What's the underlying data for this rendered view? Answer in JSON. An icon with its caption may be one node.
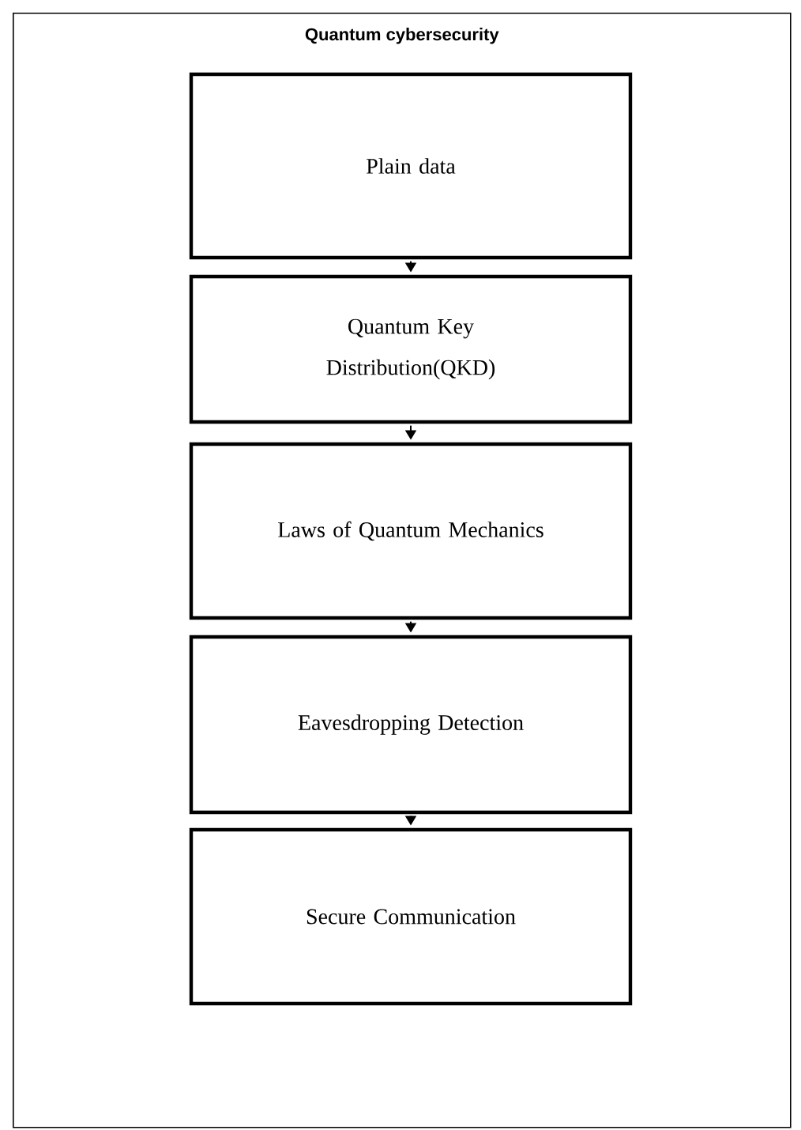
{
  "diagram": {
    "nodes": [
      {
        "text": [
          "Quantum cybersecurity"
        ]
      },
      {
        "text": [
          "Plain data"
        ],
        "in": 0
      },
      {
        "text": [
          "Quantum Key Distribution(QKD)"
        ],
        "in": 0
      },
      {
        "text": [
          "Laws of Quantum Mechanics"
        ],
        "in": 0
      },
      {
        "text": [
          "Eavesdropping Detection"
        ],
        "in": 0
      },
      {
        "text": [
          "Secure Communication"
        ],
        "in": 0
      }
    ],
    "edges": [
      {
        "from": 1,
        "to": 2,
        "arrow": "to"
      },
      {
        "from": 2,
        "to": 3,
        "arrow": "to"
      },
      {
        "from": 3,
        "to": 4,
        "arrow": "to"
      },
      {
        "from": 4,
        "to": 5,
        "arrow": "to"
      }
    ]
  }
}
